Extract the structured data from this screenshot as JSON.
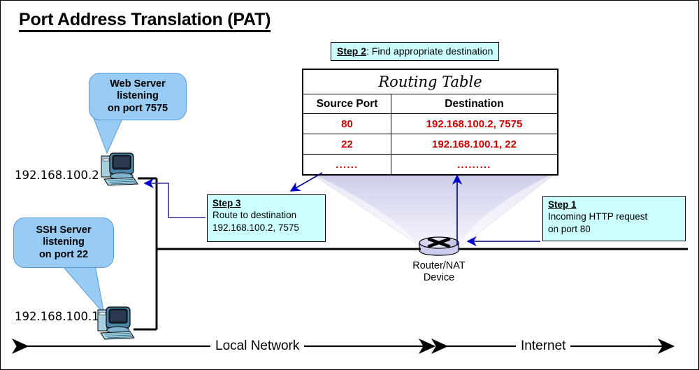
{
  "page": {
    "title": "Port Address Translation (PAT)"
  },
  "routing_table": {
    "title": "Routing Table",
    "columns": [
      "Source Port",
      "Destination"
    ],
    "rows": [
      {
        "source_port": "80",
        "destination": "192.168.100.2, 7575"
      },
      {
        "source_port": "22",
        "destination": "192.168.100.1, 22"
      },
      {
        "source_port": "......",
        "destination": "........."
      }
    ]
  },
  "steps": {
    "step1": {
      "label": "Step 1",
      "line1": "Incoming HTTP request",
      "line2": "on port 80"
    },
    "step2": {
      "label": "Step 2",
      "text": ": Find appropriate destination"
    },
    "step3": {
      "label": "Step 3",
      "line1": "Route to destination",
      "line2": "192.168.100.2, 7575"
    }
  },
  "hosts": {
    "web_server": {
      "callout_line1": "Web Server",
      "callout_line2": "listening",
      "callout_line3": "on port 7575",
      "ip": "192.168.100.2"
    },
    "ssh_server": {
      "callout_line1": "SSH Server",
      "callout_line2": "listening",
      "callout_line3": "on port 22",
      "ip": "192.168.100.1"
    }
  },
  "router": {
    "label_line1": "Router/NAT",
    "label_line2": "Device"
  },
  "zones": {
    "local": "Local Network",
    "internet": "Internet"
  },
  "colors": {
    "callout_fill": "#99ccf5",
    "step_fill": "#ccffff",
    "table_value": "#cc0000",
    "arrow_blue": "#0000cc",
    "beam": "#ccccee"
  }
}
